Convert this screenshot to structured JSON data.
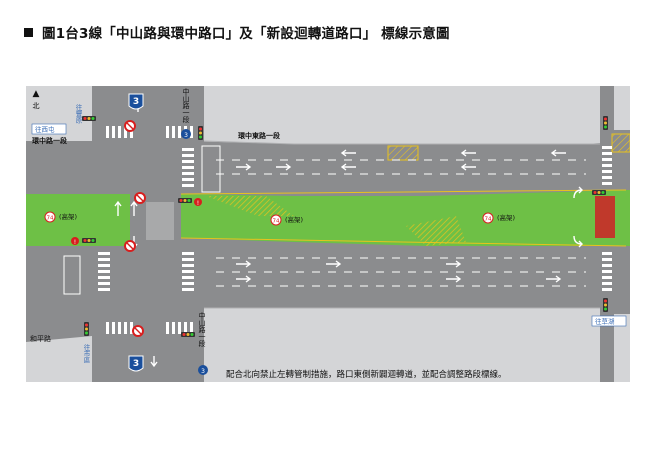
{
  "title": {
    "bullet_icon": "filled-square",
    "text": "圖1台3線「中山路與環中路口」及「新設迴轉道路口」 標線示意圖"
  },
  "diagram": {
    "north_label": "北",
    "compass_icon": "north-arrow-icon",
    "route_shield_number": "3",
    "labels": {
      "to_fengyuan": "往豐原",
      "to_xitun": "往西屯",
      "huanzhong_road_1": "環中路一段",
      "zhongshan_road_1_north": "中山路一段",
      "huanzhong_east_road_1": "環中東路一段",
      "viaduct_1": "(高架)",
      "viaduct_2": "(高架)",
      "viaduct_3": "(高架)",
      "viaduct_route": "74",
      "heping_road": "和平路",
      "to_downtown": "往市區",
      "zhongshan_road_1_south": "中山路一段",
      "to_caohu": "往草湖",
      "caption": "配合北向禁止左轉管制措施，路口東側新闢迴轉道，並配合調整路段標線。"
    },
    "colors": {
      "asphalt": "#8b8c8e",
      "sidewalk": "#d4d5d7",
      "median_green": "#6ec046",
      "red_strip": "#c0392b",
      "sign_red": "#d81e1e",
      "shield_blue": "#1a4f9c",
      "yellow_box": "#e8c21e",
      "label_blue": "#3a6db5"
    }
  }
}
